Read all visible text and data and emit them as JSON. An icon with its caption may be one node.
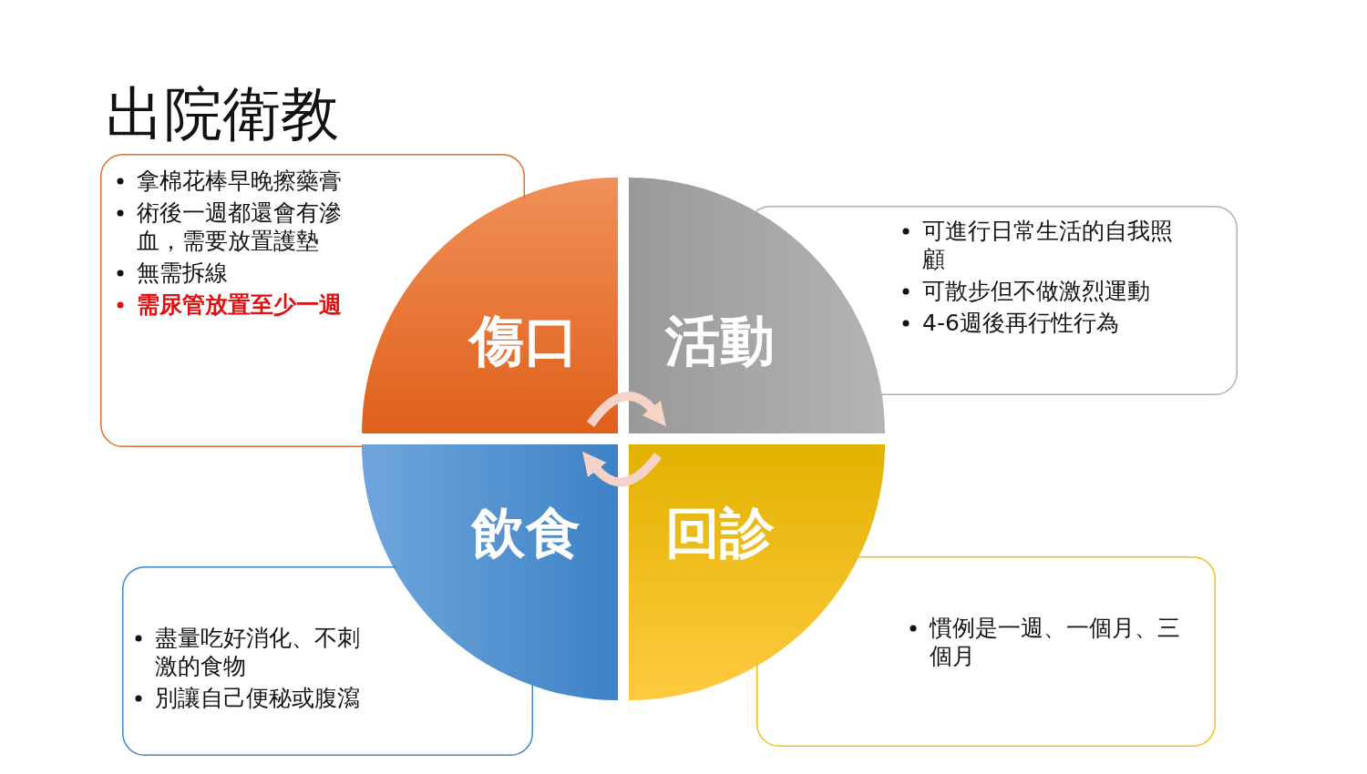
{
  "diagram": {
    "title": "出院衛教",
    "nodes": [
      {
        "text": [
          "拿棉花棒早晚擦藥膏",
          "術後一週都還會有滲血，需要放置護墊",
          "無需拆線",
          "需尿管放置至少一週"
        ]
      },
      {
        "text": [
          "傷口"
        ]
      },
      {
        "text": [
          "活動"
        ]
      },
      {
        "text": [
          "可進行日常生活的自我照顧",
          "可散步但不做激烈運動",
          "4-6週後再行性行為"
        ]
      },
      {
        "text": [
          "飲食"
        ]
      },
      {
        "text": [
          "回診"
        ]
      },
      {
        "text": [
          "盡量吃好消化、不刺激的食物",
          "別讓自己便秘或腹瀉"
        ]
      },
      {
        "text": [
          "慣例是一週、一個月、三個月"
        ]
      }
    ],
    "edges": [
      {
        "from": 1,
        "to": 2,
        "arrow": "to"
      },
      {
        "from": 5,
        "to": 4,
        "arrow": "to"
      }
    ]
  }
}
